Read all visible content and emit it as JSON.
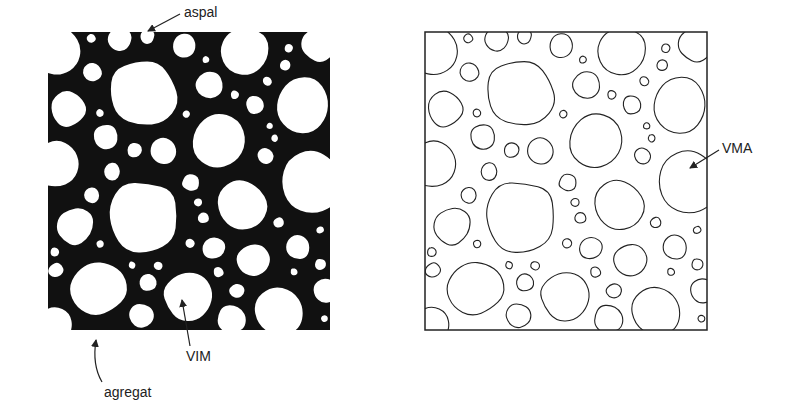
{
  "diagram": {
    "labels": [
      "aspal",
      "VIM",
      "agregat",
      "VMA"
    ]
  }
}
